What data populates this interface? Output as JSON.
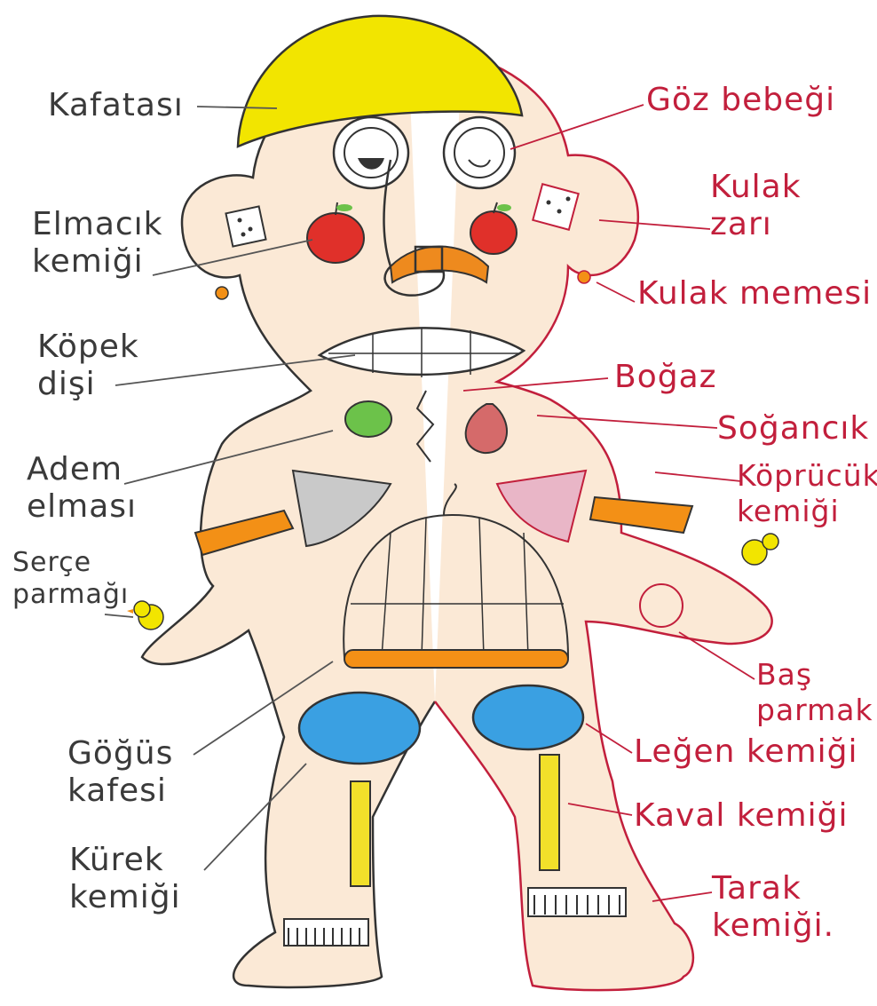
{
  "colors": {
    "left_ink": "#3a3a3a",
    "right_ink": "#c21f3c",
    "skin": "#fbe9d6",
    "helmet": "#f2e500",
    "belt": "#ee8a1e",
    "apple_red": "#e0302a",
    "apple_green": "#6cc24a",
    "onion": "#d56a6a",
    "cage_base": "#f39016",
    "pelvis_bowl": "#3aa0e2",
    "shin": "#f2e02a",
    "trowel_blade": "#c9c9c9",
    "trowel_handle": "#f39016"
  },
  "labels_left": [
    {
      "id": "kafatasi",
      "text": "Kafatası"
    },
    {
      "id": "elmacik",
      "text": "Elmacık\nkemiği"
    },
    {
      "id": "kopek",
      "text": "Köpek\ndişi"
    },
    {
      "id": "adem",
      "text": "Adem\nelması"
    },
    {
      "id": "serce",
      "text": "Serçe\nparmağı"
    },
    {
      "id": "gogus",
      "text": "Göğüs\nkafesi"
    },
    {
      "id": "kurek",
      "text": "Kürek\nkemiği"
    }
  ],
  "labels_right": [
    {
      "id": "goz",
      "text": "Göz bebeği"
    },
    {
      "id": "kulakzari",
      "text": "Kulak\nzarı"
    },
    {
      "id": "kulakmemesi",
      "text": "Kulak memesi"
    },
    {
      "id": "bogaz",
      "text": "Boğaz"
    },
    {
      "id": "soganik",
      "text": "Soğancık"
    },
    {
      "id": "koprucuk",
      "text": "Köprücük\nkemiği"
    },
    {
      "id": "bas",
      "text": "Baş\nparmak"
    },
    {
      "id": "legen",
      "text": "Leğen kemiği"
    },
    {
      "id": "kaval",
      "text": "Kaval kemiği"
    },
    {
      "id": "tarak",
      "text": "Tarak\nkemiği."
    }
  ]
}
